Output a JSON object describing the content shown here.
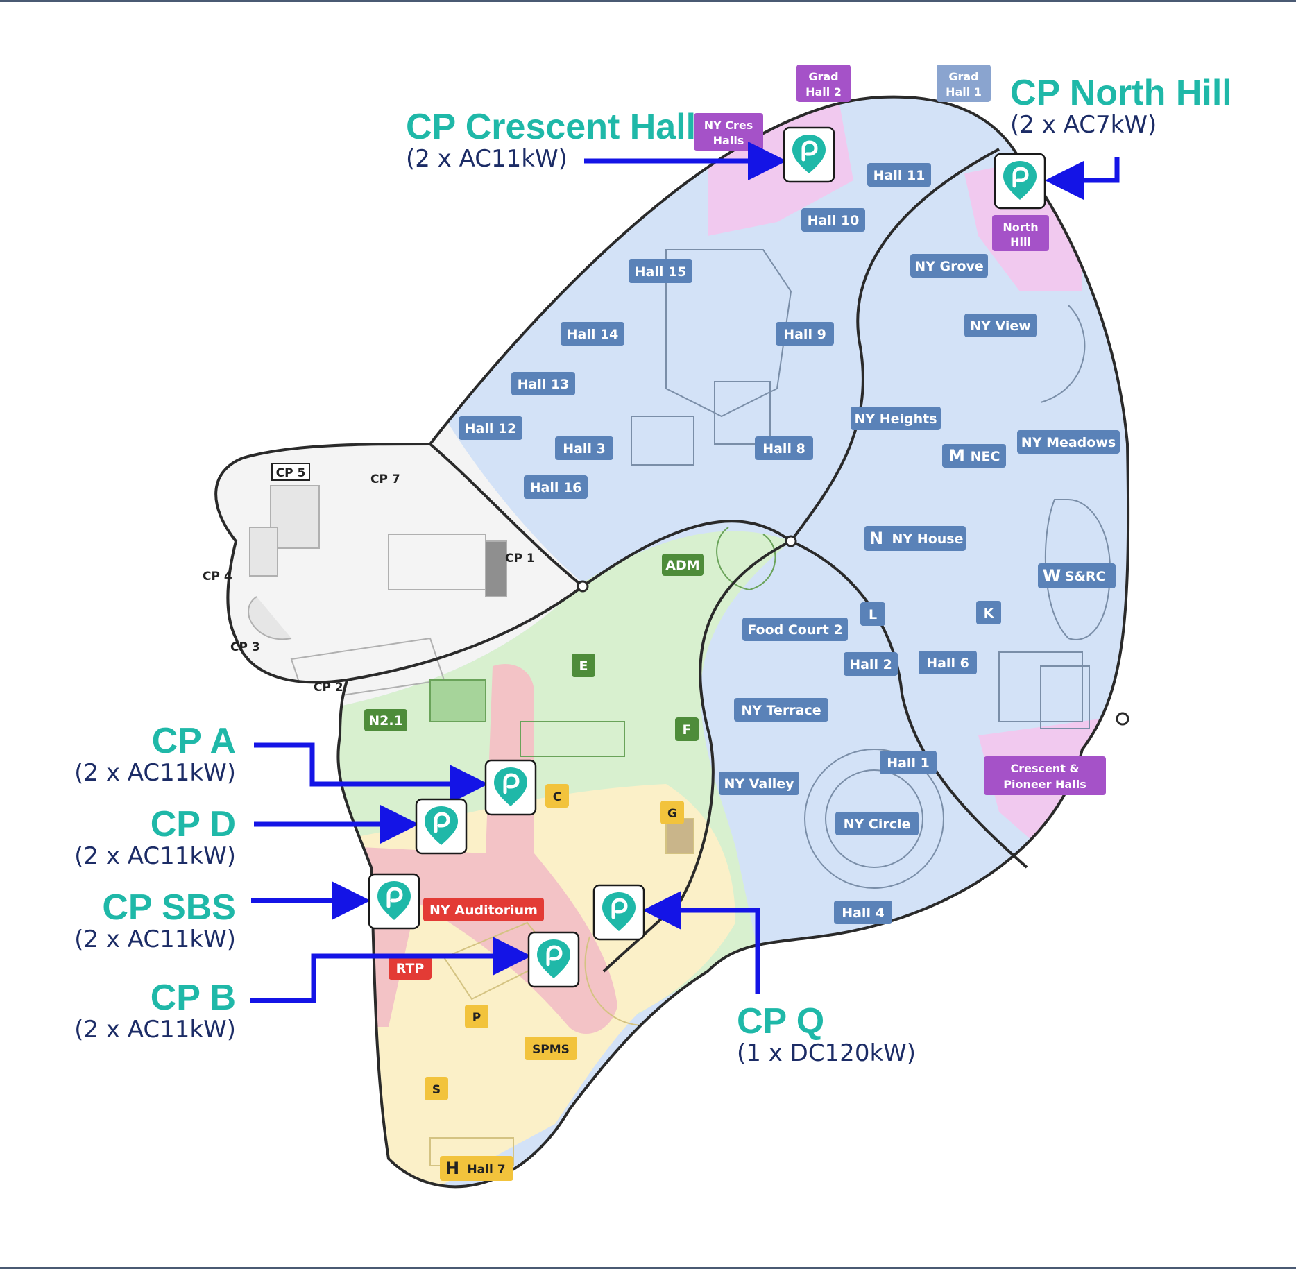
{
  "colors": {
    "teal": "#1fb8a8",
    "navy": "#1c2c66",
    "arrow": "#1414e6",
    "zone_blue": "#d3e2f7",
    "zone_green": "#d8f0cf",
    "zone_yellow": "#fbf0c8",
    "zone_pink": "#f3c3c6",
    "zone_violet": "#f1c9ef",
    "zone_grey": "#f4f4f4",
    "label_blue": "#5a82b8",
    "label_green": "#4e8c3a",
    "label_yellow": "#f2c33c",
    "label_red": "#e33b35",
    "label_purple": "#a552c8"
  },
  "charging_points": [
    {
      "id": "crescent-hall",
      "name": "CP Crescent Hall",
      "spec": "(2 x AC11kW)"
    },
    {
      "id": "north-hill",
      "name": "CP North Hill",
      "spec": "(2 x AC7kW)"
    },
    {
      "id": "a",
      "name": "CP A",
      "spec": "(2 x AC11kW)"
    },
    {
      "id": "d",
      "name": "CP D",
      "spec": "(2 x AC11kW)"
    },
    {
      "id": "sbs",
      "name": "CP SBS",
      "spec": "(2 x AC11kW)"
    },
    {
      "id": "b",
      "name": "CP B",
      "spec": "(2 x AC11kW)"
    },
    {
      "id": "q",
      "name": "CP Q",
      "spec": "(1 x DC120kW)"
    }
  ],
  "icon": "ev-charging-pin-icon",
  "labels": {
    "grad_hall_2": [
      "Grad",
      "Hall 2"
    ],
    "grad_hall_1": [
      "Grad",
      "Hall 1"
    ],
    "ny_cres_halls": [
      "NY Cres",
      "Halls"
    ],
    "north_hill": [
      "North",
      "Hill"
    ],
    "crescent_pioneer": [
      "Crescent &",
      "Pioneer Halls"
    ],
    "hall_11": "Hall 11",
    "hall_10": "Hall 10",
    "hall_15": "Hall 15",
    "hall_14": "Hall 14",
    "hall_13": "Hall 13",
    "hall_12": "Hall 12",
    "hall_3": "Hall 3",
    "hall_16": "Hall 16",
    "hall_9": "Hall 9",
    "hall_8": "Hall 8",
    "ny_grove": "NY Grove",
    "ny_view": "NY View",
    "ny_heights": "NY Heights",
    "ny_meadows": "NY Meadows",
    "m_nec_letter": "M",
    "m_nec": "NEC",
    "n_letter": "N",
    "ny_house": "NY House",
    "w_letter": "W",
    "src": "S&RC",
    "k": "K",
    "l": "L",
    "food_court_2": "Food Court 2",
    "hall_2": "Hall 2",
    "hall_6": "Hall 6",
    "ny_terrace": "NY Terrace",
    "hall_1": "Hall 1",
    "ny_valley": "NY Valley",
    "ny_circle": "NY Circle",
    "hall_4": "Hall 4",
    "adm": "ADM",
    "e": "E",
    "f": "F",
    "n2_1": "N2.1",
    "c": "C",
    "g": "G",
    "ny_auditorium": "NY Auditorium",
    "rtp": "RTP",
    "p": "P",
    "spms": "SPMS",
    "s": "S",
    "h_letter": "H",
    "hall_7": "Hall 7",
    "cp_1": "CP 1",
    "cp_2": "CP 2",
    "cp_3": "CP 3",
    "cp_4": "CP 4",
    "cp_5": "CP 5",
    "cp_7": "CP 7"
  }
}
